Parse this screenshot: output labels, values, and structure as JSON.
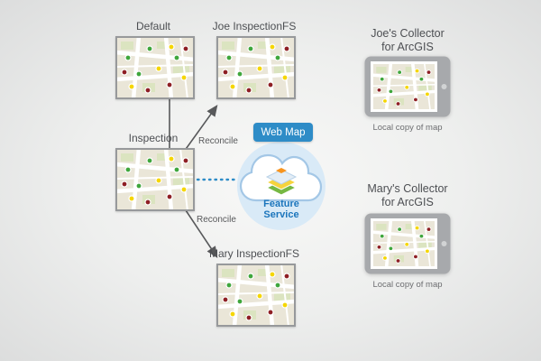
{
  "nodes": {
    "default_label": "Default",
    "joe_fs_label": "Joe InspectionFS",
    "inspection_label": "Inspection",
    "mary_fs_label": "Mary InspectionFS"
  },
  "cloud": {
    "web_map": "Web Map",
    "feature_service_line1": "Feature",
    "feature_service_line2": "Service"
  },
  "edges": {
    "reconcile_top": "Reconcile",
    "reconcile_bottom": "Reconcile"
  },
  "collectors": {
    "joe": {
      "title_line1": "Joe's Collector",
      "title_line2": "for ArcGIS",
      "caption": "Local copy of map"
    },
    "mary": {
      "title_line1": "Mary's Collector",
      "title_line2": "for ArcGIS",
      "caption": "Local copy of map"
    }
  },
  "colors": {
    "accent_blue": "#2e8cc7",
    "feature_service_text": "#1b75bc",
    "arrow_gray": "#58595b",
    "dot_green": "#3fa63c",
    "dot_yellow": "#f5d600",
    "dot_red": "#8e1f24"
  }
}
